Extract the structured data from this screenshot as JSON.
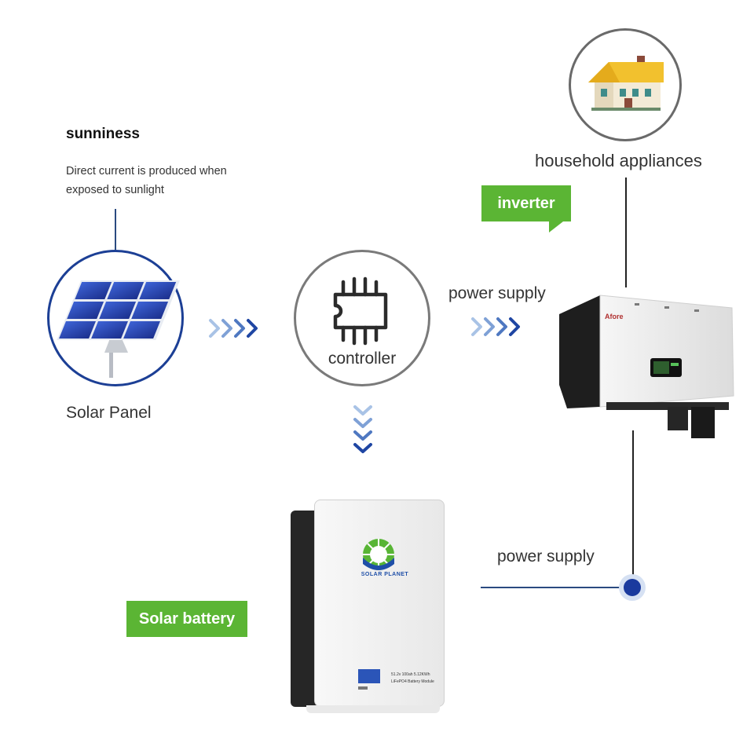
{
  "sunniness": {
    "title": "sunniness",
    "description": "Direct current is produced when exposed to sunlight"
  },
  "solar_panel": {
    "label": "Solar Panel"
  },
  "controller": {
    "label": "controller"
  },
  "inverter": {
    "tag": "inverter",
    "brand": "Afore"
  },
  "household": {
    "label": "household appliances"
  },
  "power_supply_top": {
    "label": "power supply"
  },
  "power_supply_bottom": {
    "label": "power supply"
  },
  "battery": {
    "tag": "Solar battery",
    "brand": "SOLAR PLANET",
    "spec_line1": "51.2v 100ah 5.12KWh",
    "spec_line2": "LiFePO4 Battery Module"
  },
  "colors": {
    "accent_green": "#5bb534",
    "line_blue": "#1c3f95",
    "dot_blue": "#1a3a9e"
  }
}
